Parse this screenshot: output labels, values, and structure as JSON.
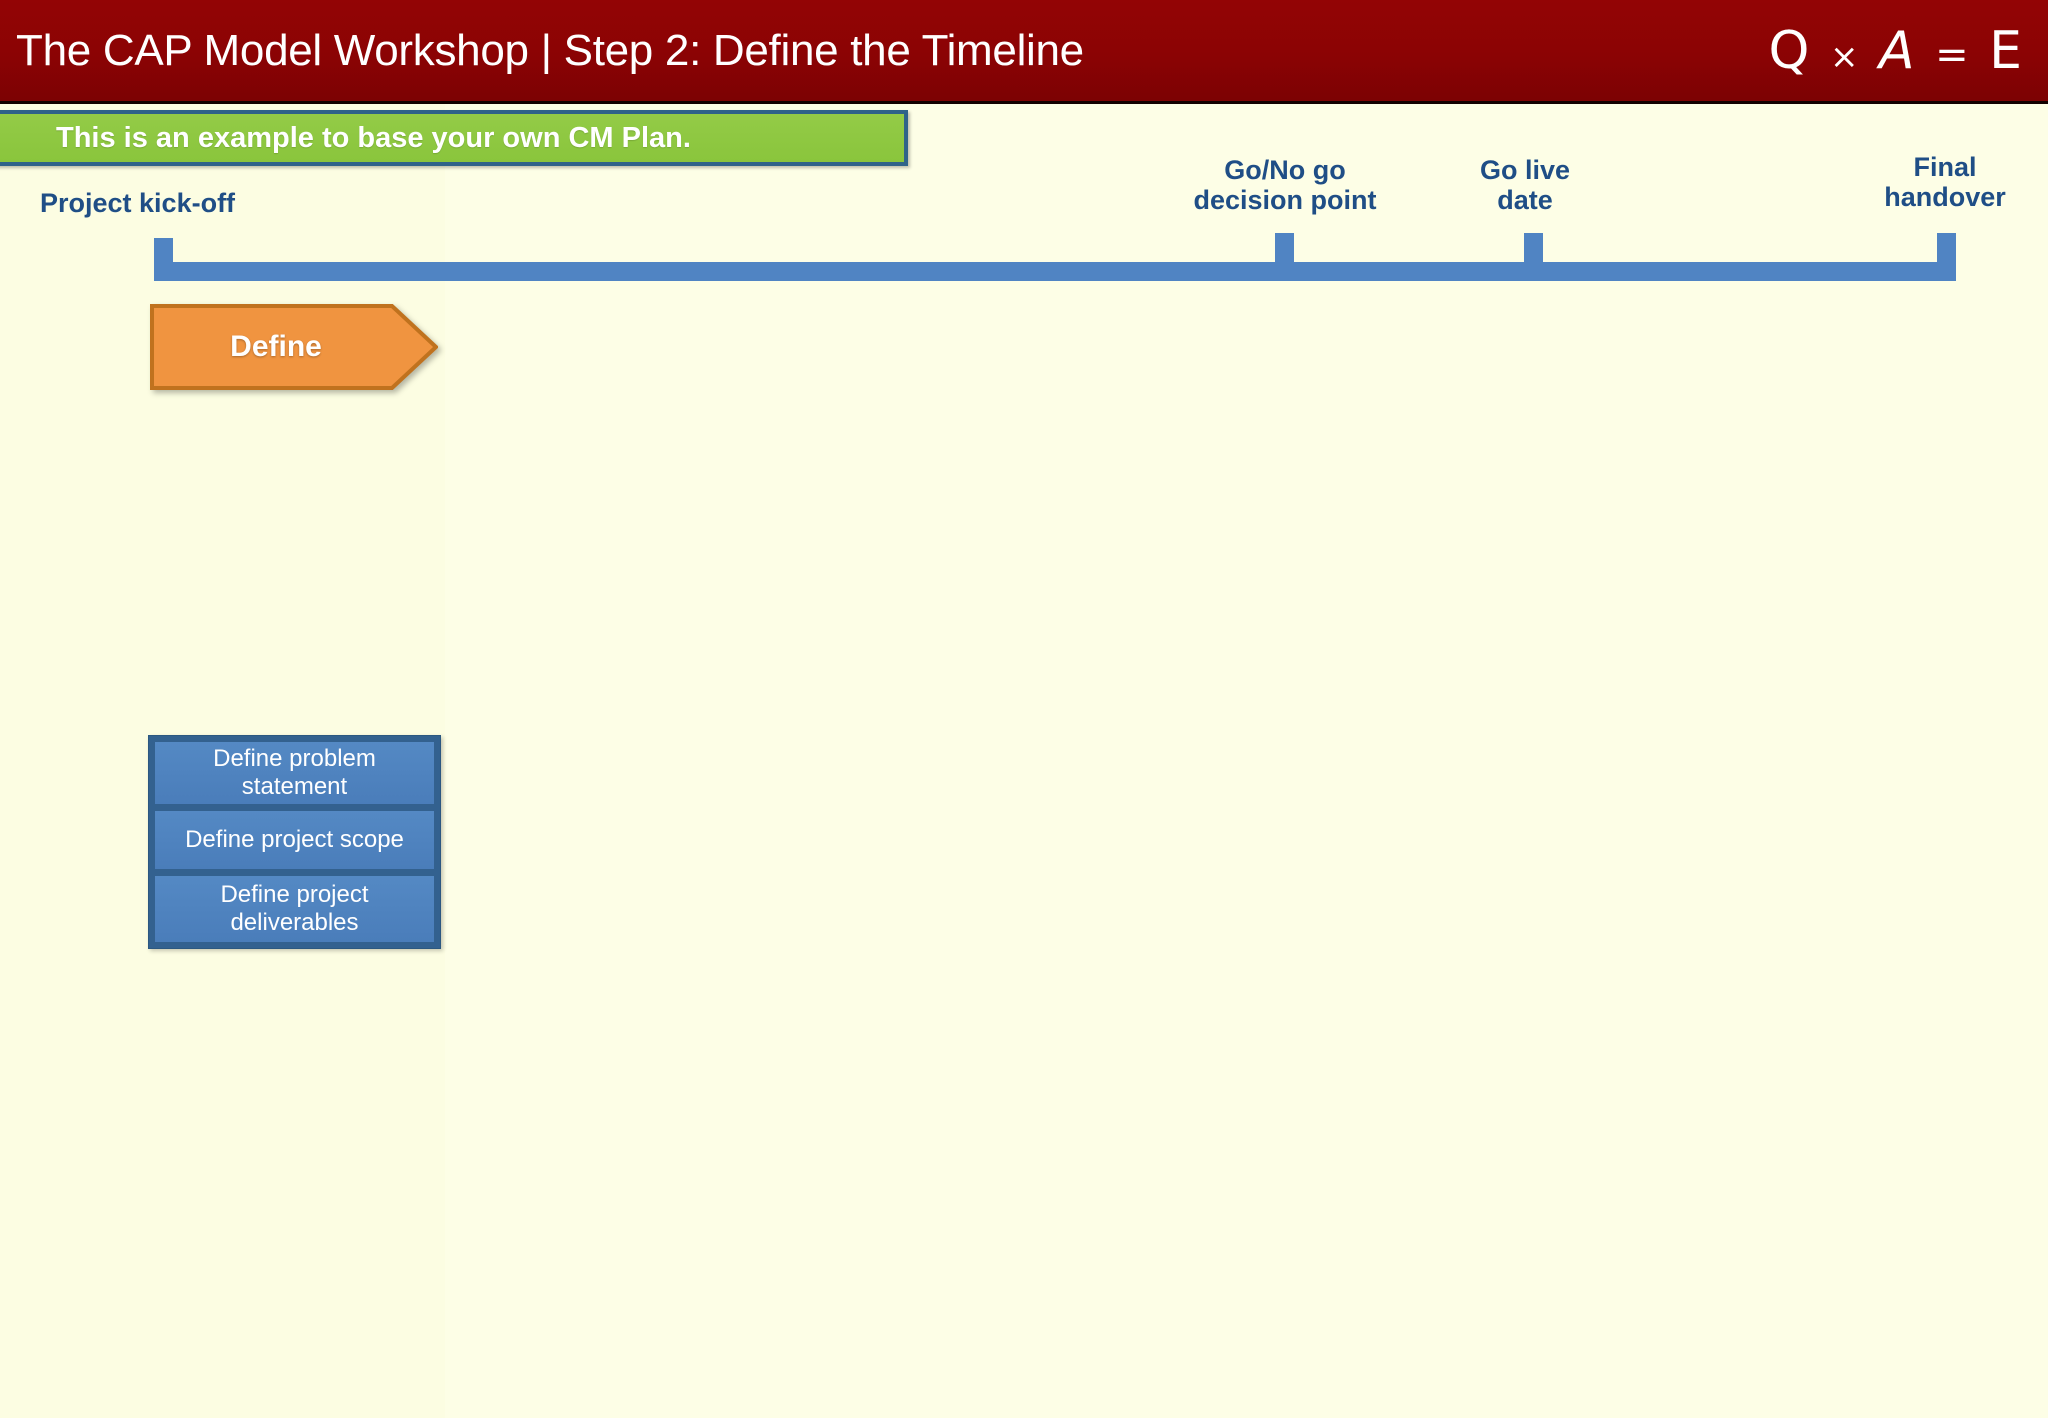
{
  "header": {
    "title": "The CAP Model Workshop | Step 2: Define the Timeline",
    "logo": {
      "q": "Q",
      "times": "×",
      "a": "A",
      "equals": "=",
      "e": "E",
      "full_text": "Q x A = E"
    },
    "background_color": "#8B0304",
    "text_color": "#FFFFFF"
  },
  "callout": {
    "text": "This is an example to base your own CM Plan.",
    "fill_color": "#8CC63E",
    "border_color": "#2F6389",
    "text_color": "#FFFFFF"
  },
  "timeline": {
    "bar_color": "#5084C3",
    "label_color": "#1F4E86",
    "milestones": [
      {
        "label": "Project kick-off",
        "align": "left"
      },
      {
        "label": "Go/No go\ndecision point",
        "align": "center"
      },
      {
        "label": "Go live\ndate",
        "align": "center"
      },
      {
        "label": "Final\nhandover",
        "align": "center"
      }
    ]
  },
  "phase": {
    "label": "Define",
    "fill_color": "#F09440",
    "border_color": "#C0721E",
    "text_color": "#FFFFFF"
  },
  "tasks": {
    "group_border_color": "#33618F",
    "box_fill_color": "#4D82BE",
    "box_text_color": "#FFFFFF",
    "items": [
      {
        "label": "Define problem statement"
      },
      {
        "label": "Define project scope"
      },
      {
        "label": "Define project deliverables"
      }
    ]
  },
  "canvas": {
    "background_color": "#FDFEE6"
  }
}
